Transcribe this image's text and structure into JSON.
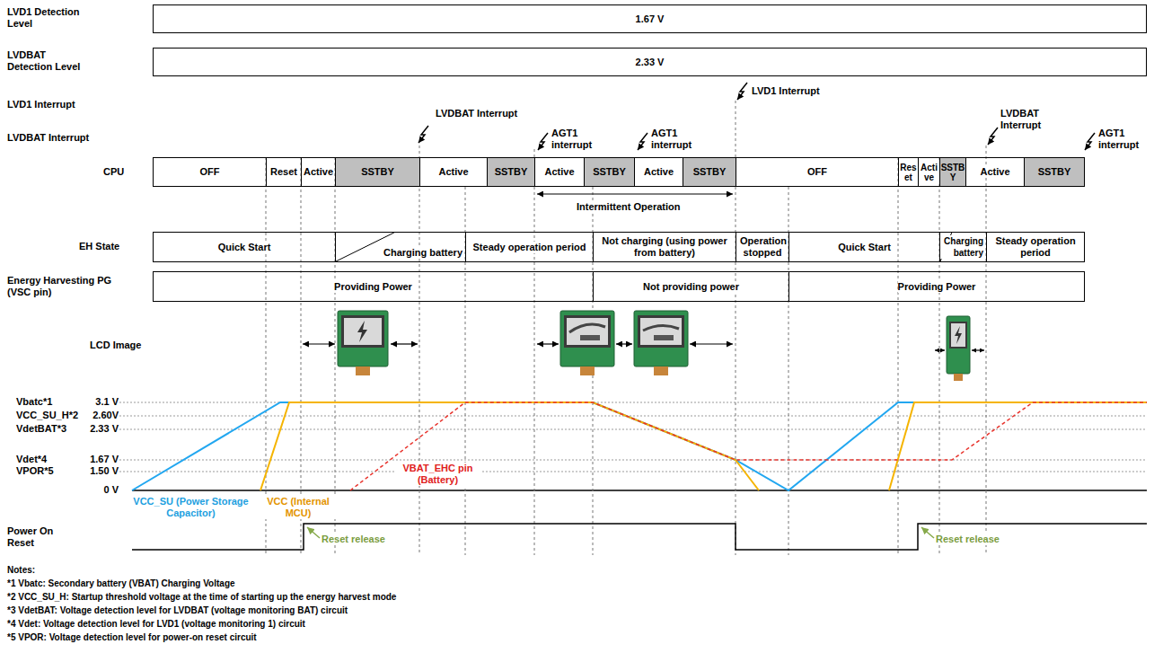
{
  "diagram": {
    "nodes": [
      {
        "text": [
          "1.67 V"
        ]
      },
      {
        "text": [
          "2.33 V"
        ]
      },
      {
        "text": [
          "OFF"
        ]
      },
      {
        "text": [
          "Reset"
        ]
      },
      {
        "text": [
          "Active"
        ]
      },
      {
        "text": [
          "SSTBY"
        ]
      },
      {
        "text": [
          "Active"
        ]
      },
      {
        "text": [
          "SSTBY"
        ]
      },
      {
        "text": [
          "Active"
        ]
      },
      {
        "text": [
          "SSTBY"
        ]
      },
      {
        "text": [
          "Active"
        ]
      },
      {
        "text": [
          "SSTBY"
        ]
      },
      {
        "text": [
          "OFF"
        ]
      },
      {
        "text": [
          "Reset"
        ]
      },
      {
        "text": [
          "Active"
        ]
      },
      {
        "text": [
          "SSTBY"
        ]
      },
      {
        "text": [
          "Active"
        ]
      },
      {
        "text": [
          "SSTBY"
        ]
      },
      {
        "text": [
          "Quick Start"
        ]
      },
      {
        "text": [
          "Charging battery"
        ]
      },
      {
        "text": [
          "Steady operation period"
        ]
      },
      {
        "text": [
          "Not charging (using power from battery)"
        ]
      },
      {
        "text": [
          "Operation stopped"
        ]
      },
      {
        "text": [
          "Quick Start"
        ]
      },
      {
        "text": [
          "Charging battery"
        ]
      },
      {
        "text": [
          "Steady operation period"
        ]
      },
      {
        "text": [
          "Providing Power"
        ]
      },
      {
        "text": [
          "Not providing power"
        ]
      },
      {
        "text": [
          "Providing Power"
        ]
      }
    ],
    "labels": [
      "LVD1 Detection Level",
      "LVDBAT Detection Level",
      "LVD1 Interrupt",
      "LVDBAT Interrupt",
      "CPU",
      "EH State",
      "Energy Harvesting PG (VSC pin)",
      "LCD Image",
      "Power On Reset",
      "LVDBAT Interrupt",
      "AGT1 interrupt",
      "AGT1 interrupt",
      "LVD1 Interrupt",
      "LVDBAT Interrupt",
      "AGT1 interrupt",
      "Intermittent Operation",
      "Vbatc*1",
      "3.1 V",
      "VCC_SU_H*2",
      "2.60V",
      "VdetBAT*3",
      "2.33 V",
      "Vdet*4",
      "1.67 V",
      "VPOR*5",
      "1.50 V",
      "0 V",
      "VCC_SU (Power Storage Capacitor)",
      "VCC (Internal MCU)",
      "VBAT_EHC pin (Battery)",
      "Reset release",
      "Reset release",
      "Notes:",
      "*1 Vbatc: Secondary battery (VBAT) Charging Voltage",
      "*2 VCC_SU_H: Startup threshold voltage at the time of starting up the energy harvest mode",
      "*3 VdetBAT: Voltage detection level for LVDBAT (voltage monitoring BAT) circuit",
      "*4 Vdet: Voltage detection level for LVD1 (voltage monitoring 1) circuit",
      "*5 VPOR: Voltage detection level for power-on reset circuit"
    ]
  }
}
